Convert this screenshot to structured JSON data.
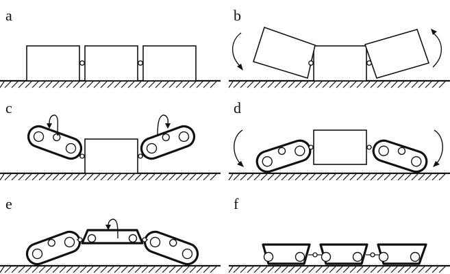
{
  "panels": [
    {
      "id": "a",
      "label": "a"
    },
    {
      "id": "b",
      "label": "b"
    },
    {
      "id": "c",
      "label": "c"
    },
    {
      "id": "d",
      "label": "d"
    },
    {
      "id": "e",
      "label": "e"
    },
    {
      "id": "f",
      "label": "f"
    }
  ],
  "colors": {
    "ink": "#111111",
    "background": "#ffffff"
  }
}
